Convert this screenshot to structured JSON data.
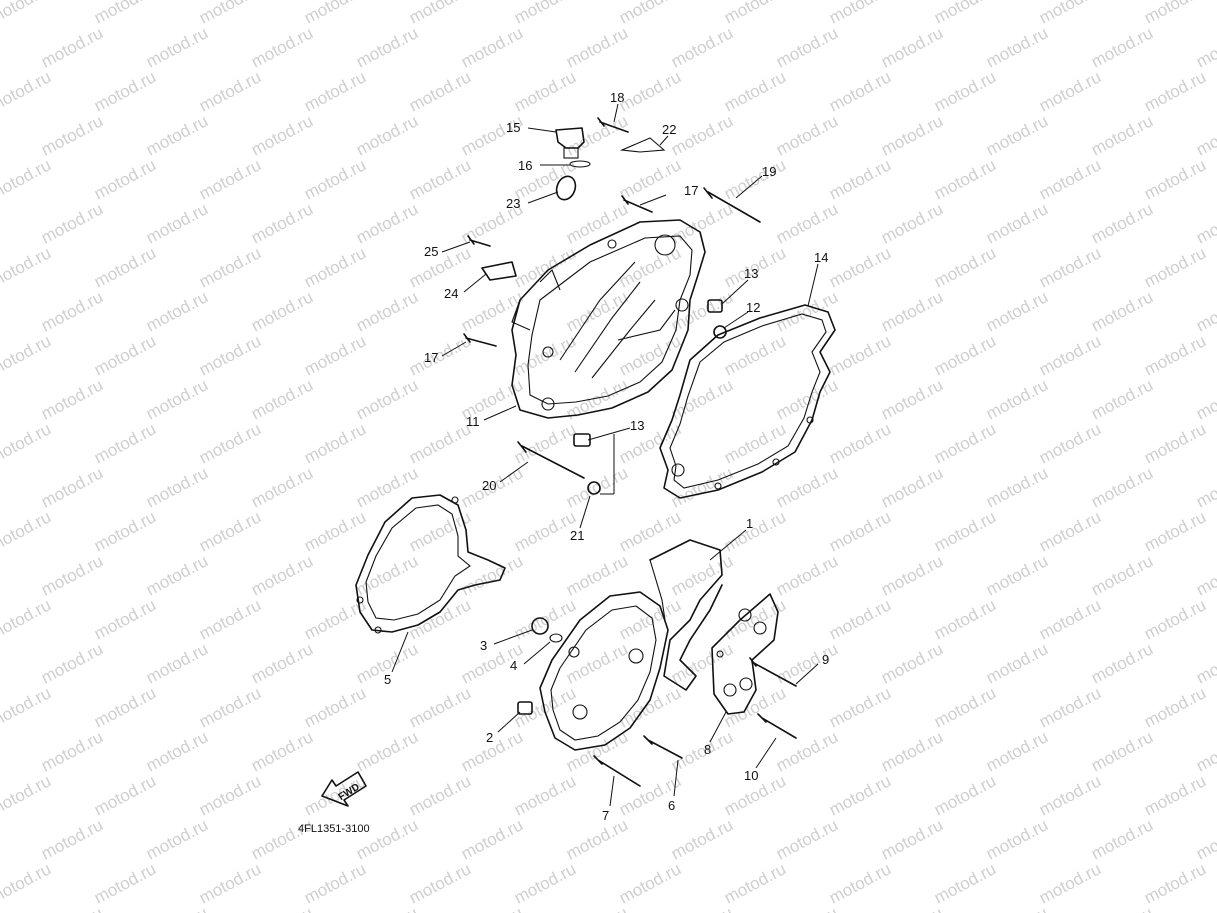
{
  "watermark": {
    "text": "motod.ru",
    "color": "#cfcfcf"
  },
  "diagram": {
    "drawing_code": "4FL1351-3100",
    "fwd_label": "FWD",
    "callouts": {
      "p1": "1",
      "p2": "2",
      "p3": "3",
      "p4": "4",
      "p5": "5",
      "p6": "6",
      "p7": "7",
      "p8": "8",
      "p9": "9",
      "p10": "10",
      "p11": "11",
      "p12": "12",
      "p13a": "13",
      "p13b": "13",
      "p14": "14",
      "p15": "15",
      "p16": "16",
      "p17a": "17",
      "p17b": "17",
      "p18": "18",
      "p19": "19",
      "p20": "20",
      "p21": "21",
      "p22": "22",
      "p23": "23",
      "p24": "24",
      "p25": "25"
    }
  }
}
